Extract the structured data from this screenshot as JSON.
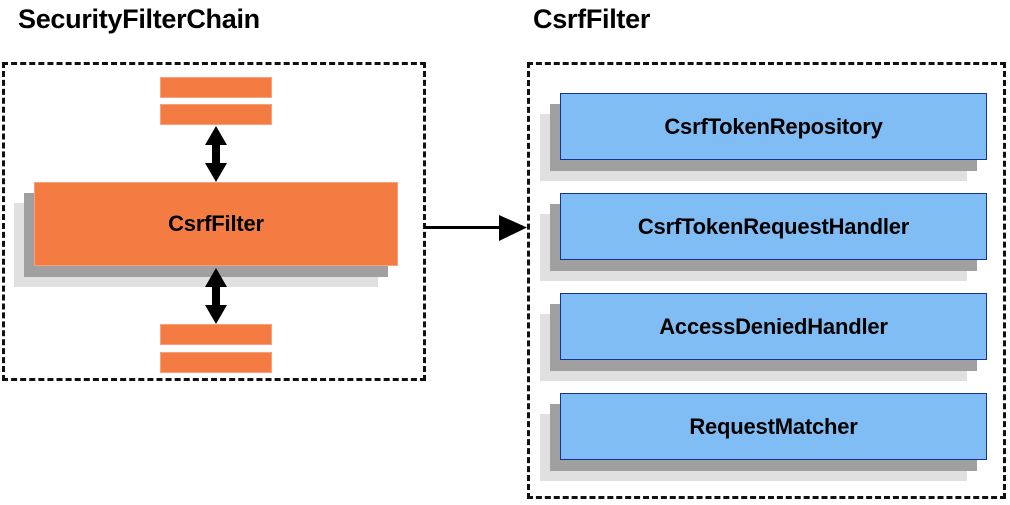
{
  "diagram": {
    "type": "component-collaboration-diagram",
    "background": "#ffffff",
    "colors": {
      "filter_fill": "#f47b42",
      "filter_border": "#f8a07a",
      "collaborator_fill": "#80bdf5",
      "collaborator_border": "#15319c",
      "shadow_near": "#a0a0a0",
      "shadow_far": "#e0e0e0",
      "panel_border": "#111111",
      "text": "#000000"
    }
  },
  "panels": [
    {
      "id": "security-filter-chain",
      "title": "SecurityFilterChain",
      "nodes": [
        {
          "id": "filter-above-1",
          "label": "",
          "kind": "filter-bar"
        },
        {
          "id": "filter-above-2",
          "label": "",
          "kind": "filter-bar"
        },
        {
          "id": "csrf-filter",
          "label": "CsrfFilter",
          "kind": "filter-box"
        },
        {
          "id": "filter-below-1",
          "label": "",
          "kind": "filter-bar"
        },
        {
          "id": "filter-below-2",
          "label": "",
          "kind": "filter-bar"
        }
      ],
      "connectors": [
        {
          "id": "chain-link-upper",
          "kind": "double-arrow-vertical"
        },
        {
          "id": "chain-link-lower",
          "kind": "double-arrow-vertical"
        }
      ]
    },
    {
      "id": "csrf-filter-detail",
      "title": "CsrfFilter",
      "nodes": [
        {
          "id": "csrf-token-repository",
          "label": "CsrfTokenRepository",
          "kind": "collaborator"
        },
        {
          "id": "csrf-token-request-handler",
          "label": "CsrfTokenRequestHandler",
          "kind": "collaborator"
        },
        {
          "id": "access-denied-handler",
          "label": "AccessDeniedHandler",
          "kind": "collaborator"
        },
        {
          "id": "request-matcher",
          "label": "RequestMatcher",
          "kind": "collaborator"
        }
      ]
    }
  ],
  "cross_panel_connector": {
    "id": "expand-csrf-filter",
    "kind": "single-arrow-right",
    "from": "csrf-filter",
    "to": "csrf-filter-detail"
  }
}
